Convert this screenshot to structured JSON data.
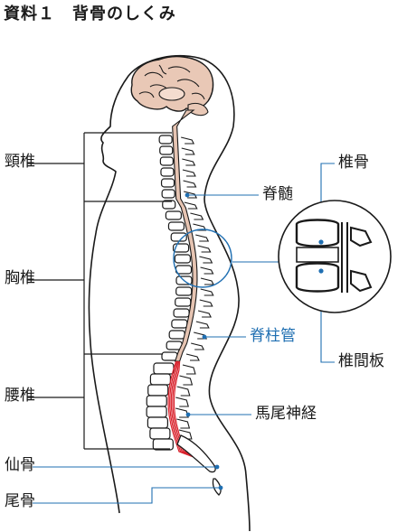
{
  "title": "資料１　背骨のしくみ",
  "labels": {
    "cervical": "頸椎",
    "thoracic": "胸椎",
    "lumbar": "腰椎",
    "sacrum": "仙骨",
    "coccyx": "尾骨",
    "spinal_cord": "脊髄",
    "spinal_canal": "脊柱管",
    "cauda_equina": "馬尾神経",
    "vertebra": "椎骨",
    "intervertebral_disc": "椎間板"
  },
  "colors": {
    "line_dark": "#1a1a1a",
    "leader_blue": "#1f6fb2",
    "spinal_canal_text": "#1f6fb2",
    "brain_fill": "#e9c8b6",
    "cord_fill": "#e6c4b2",
    "nerve_red": "#d9232d"
  }
}
